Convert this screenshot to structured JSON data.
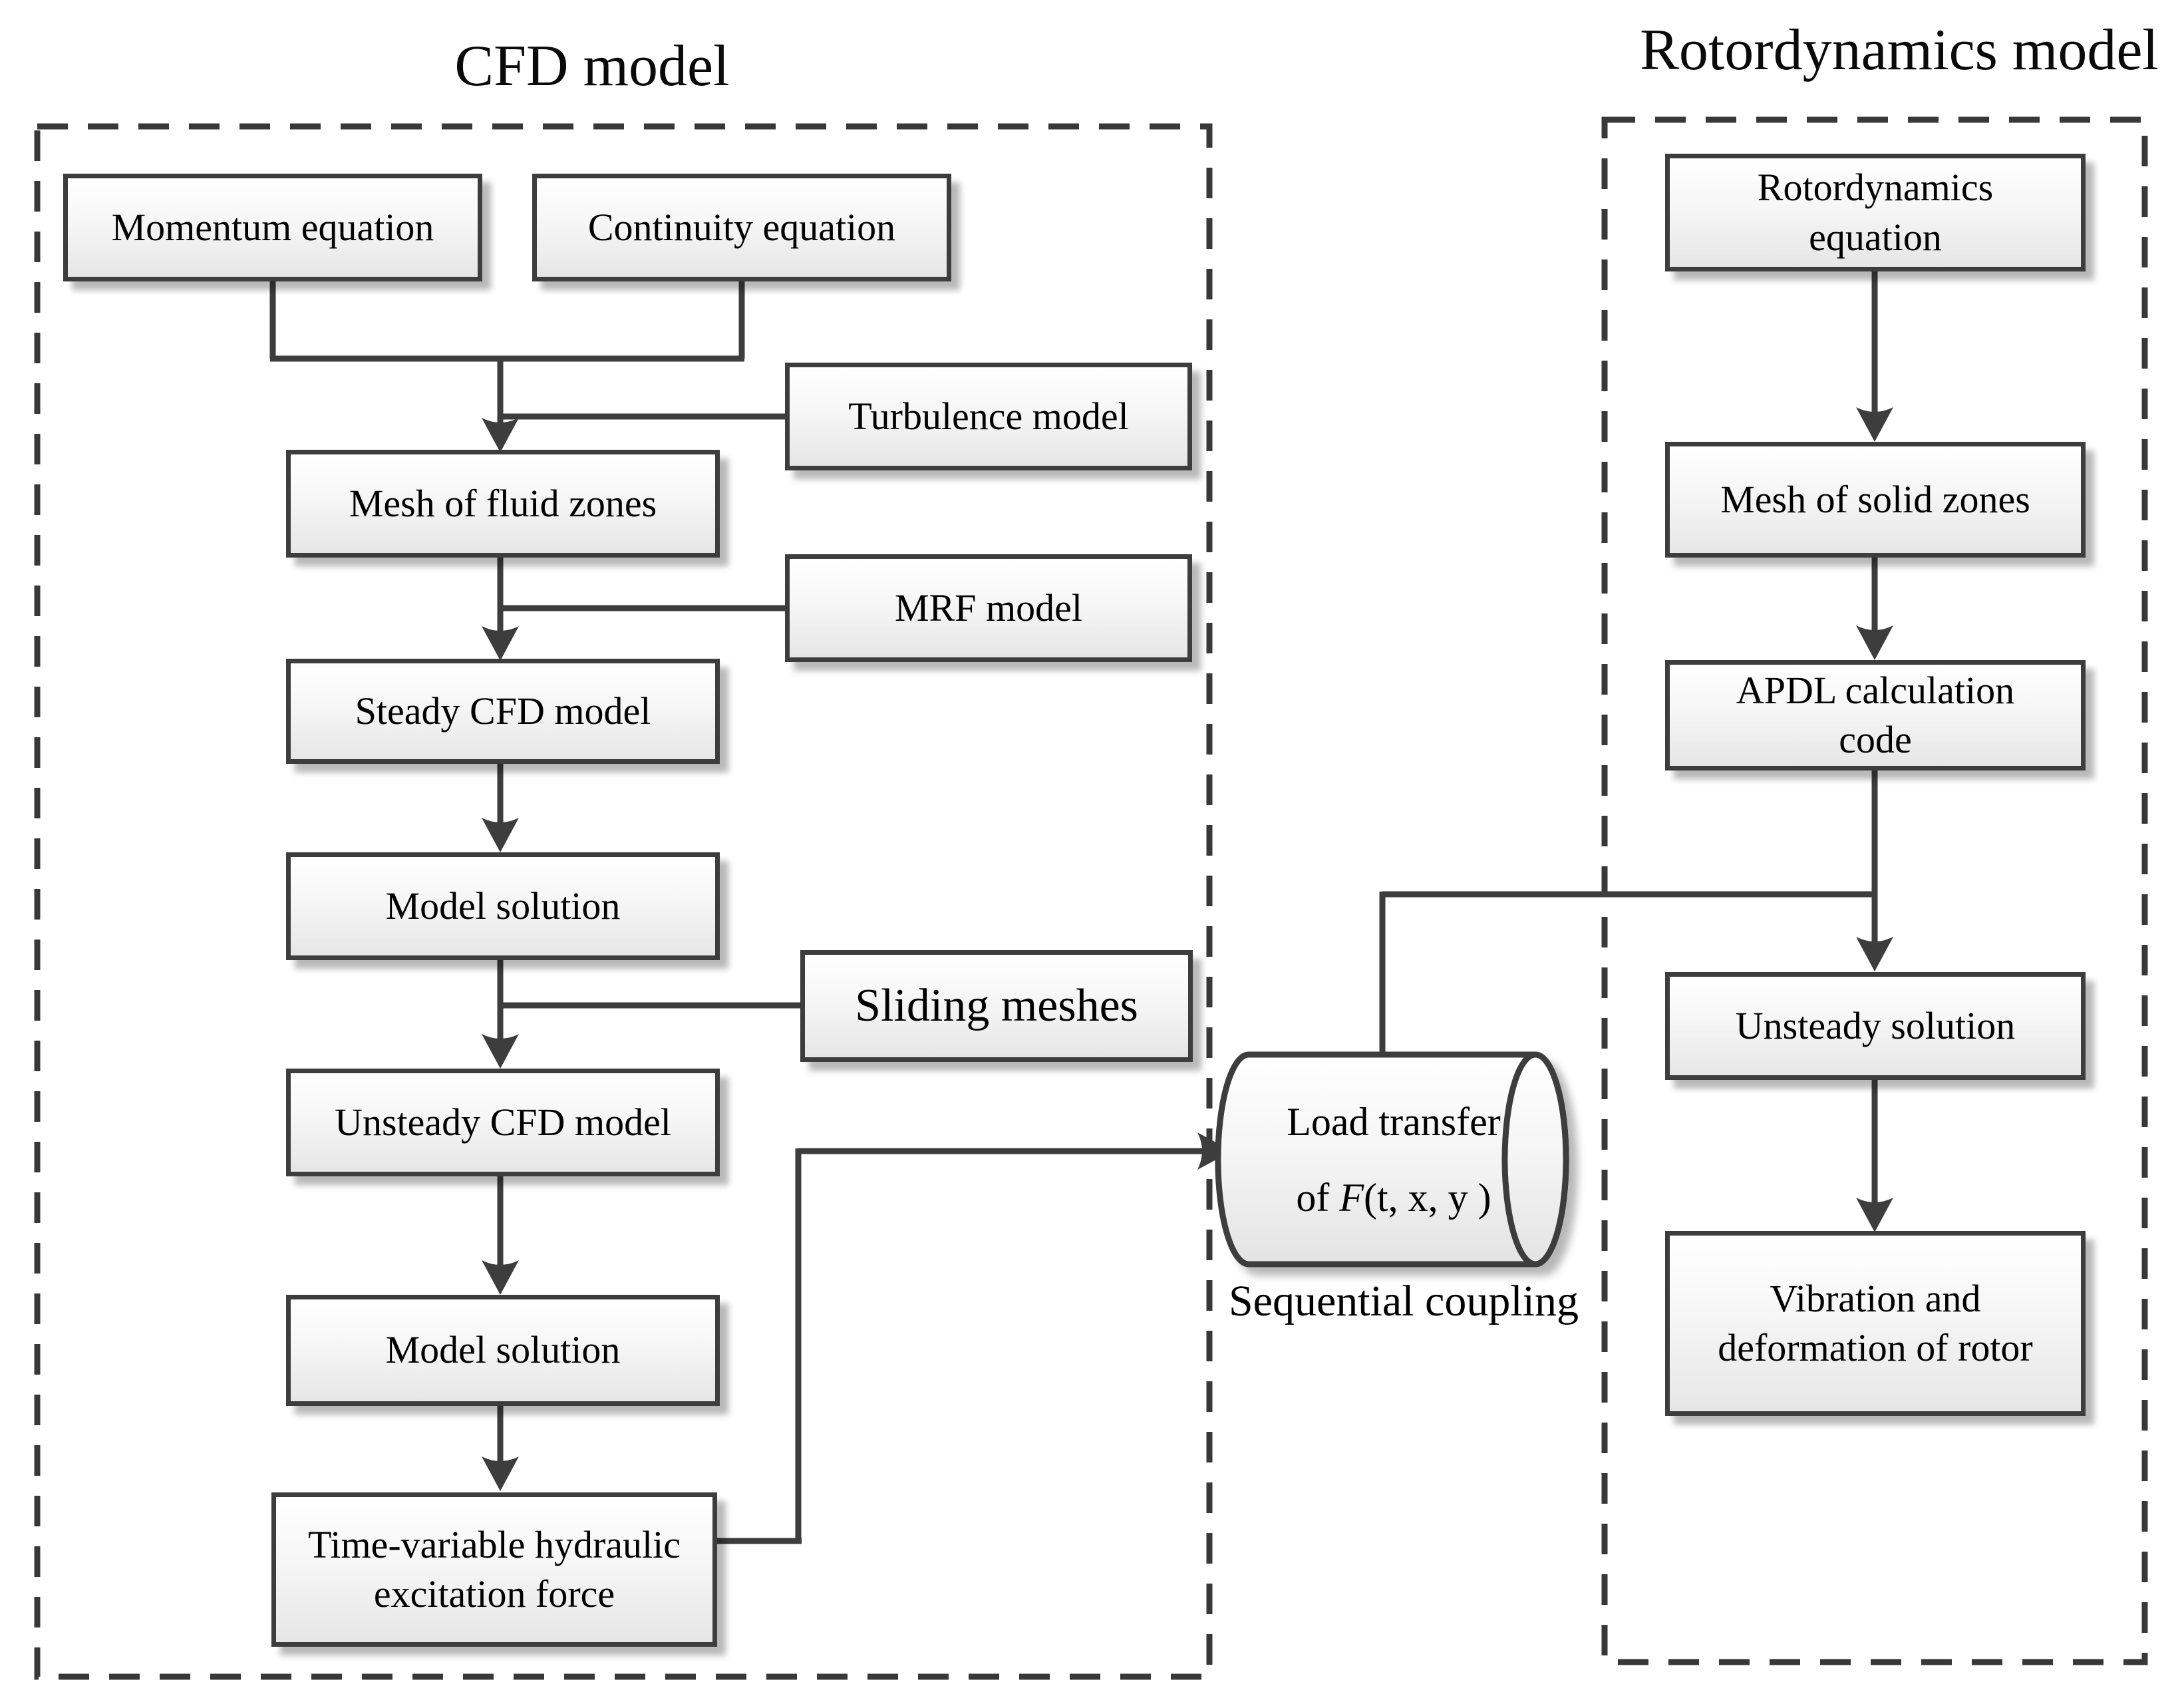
{
  "cfd_panel": {
    "title": "CFD model",
    "boxes": {
      "momentum": {
        "label": "Momentum equation"
      },
      "continuity": {
        "label": "Continuity equation"
      },
      "turbulence": {
        "label": "Turbulence model"
      },
      "mesh_fluid": {
        "label": "Mesh of fluid zones"
      },
      "mrf": {
        "label": "MRF model"
      },
      "steady": {
        "label": "Steady CFD model"
      },
      "model_solution_1": {
        "label": "Model solution"
      },
      "sliding": {
        "label": "Sliding meshes"
      },
      "unsteady_cfd": {
        "label": "Unsteady CFD model"
      },
      "model_solution_2": {
        "label": "Model solution"
      },
      "time_variable": {
        "label": "Time-variable hydraulic excitation force"
      }
    }
  },
  "coupling": {
    "cylinder_line1": "Load transfer",
    "cylinder_line2_prefix": "of ",
    "cylinder_line2_var": "F",
    "cylinder_line2_suffix": "(t, x, y )",
    "caption": "Sequential coupling"
  },
  "rotor_panel": {
    "title": "Rotordynamics model",
    "boxes": {
      "rotor_eq": {
        "label": "Rotordynamics equation"
      },
      "mesh_solid": {
        "label": "Mesh of solid zones"
      },
      "apdl": {
        "label": "APDL calculation code"
      },
      "unsteady_solution": {
        "label": "Unsteady solution"
      },
      "vibration": {
        "label": "Vibration and deformation of rotor"
      }
    }
  },
  "colors": {
    "line": "#3d3d3d",
    "box_border": "#3d3d3d",
    "box_fill_top": "#ffffff",
    "box_fill_bottom": "#e6e6e6",
    "text": "#000000"
  }
}
